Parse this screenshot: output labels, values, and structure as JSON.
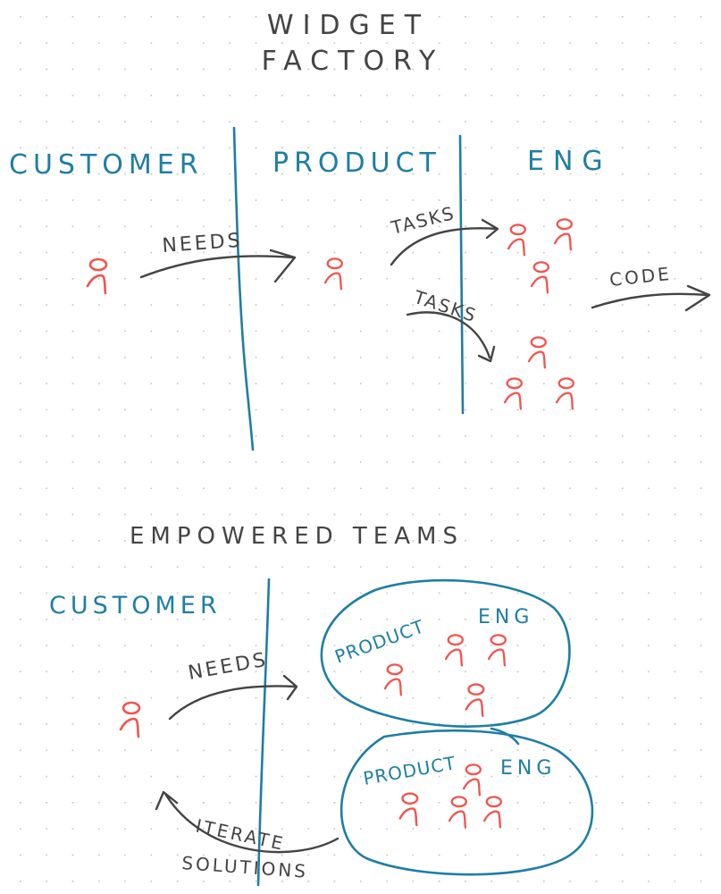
{
  "title": {
    "line1": "WIDGET",
    "line2": "FACTORY"
  },
  "widget_factory": {
    "columns": [
      "CUSTOMER",
      "PRODUCT",
      "ENG"
    ],
    "arrows": {
      "needs": "NEEDS",
      "tasks1": "TASKS",
      "tasks2": "TASKS",
      "code": "CODE"
    }
  },
  "empowered": {
    "title": "EMPOWERED TEAMS",
    "customer": "CUSTOMER",
    "needs": "NEEDS",
    "team1": {
      "product": "PRODUCT",
      "eng": "ENG"
    },
    "team2": {
      "product": "PRODUCT",
      "eng": "ENG"
    },
    "iterate": {
      "line1": "ITERATE",
      "line2": "SOLUTIONS"
    }
  },
  "colors": {
    "blue": "#1f7ea3",
    "red": "#f0554f",
    "ink": "#444444"
  }
}
